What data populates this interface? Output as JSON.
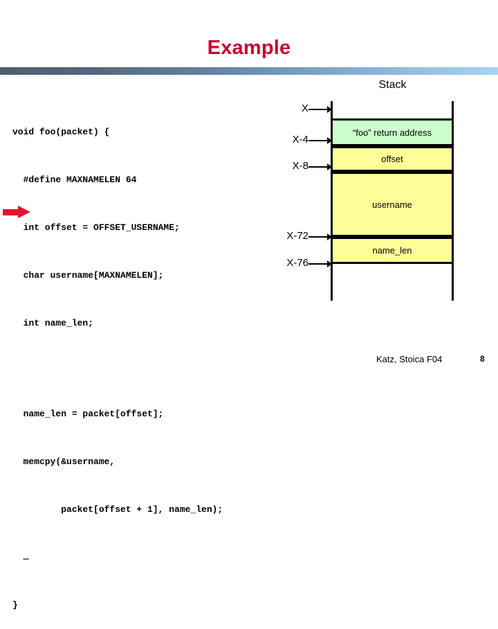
{
  "slide": {
    "title": "Example",
    "number": "8",
    "attribution": "Katz, Stoica F04",
    "title_color": "#cc0033"
  },
  "code": {
    "lines": [
      "void foo(packet) {",
      "  #define MAXNAMELEN 64",
      "  int offset = OFFSET_USERNAME;",
      "  char username[MAXNAMELEN];",
      "  int name_len;",
      "",
      "  name_len = packet[offset];",
      "  memcpy(&username,",
      "         packet[offset + 1], name_len);",
      "  …",
      "}"
    ],
    "pointer_target_line": "  memcpy(&username,",
    "pointer_color": "#e8112d"
  },
  "stack": {
    "title": "Stack",
    "cells": [
      {
        "label": "“foo” return address",
        "color": "#ccffcc"
      },
      {
        "label": "offset",
        "color": "#ffff99"
      },
      {
        "label": "username",
        "color": "#ffff99"
      },
      {
        "label": "name_len",
        "color": "#ffff99"
      }
    ],
    "addresses": [
      {
        "label": "X"
      },
      {
        "label": "X-4"
      },
      {
        "label": "X-8"
      },
      {
        "label": "X-72"
      },
      {
        "label": "X-76"
      }
    ]
  },
  "decor": {
    "rule_gradient_start": "#4e5f70",
    "rule_gradient_end": "#a9d3f3"
  }
}
